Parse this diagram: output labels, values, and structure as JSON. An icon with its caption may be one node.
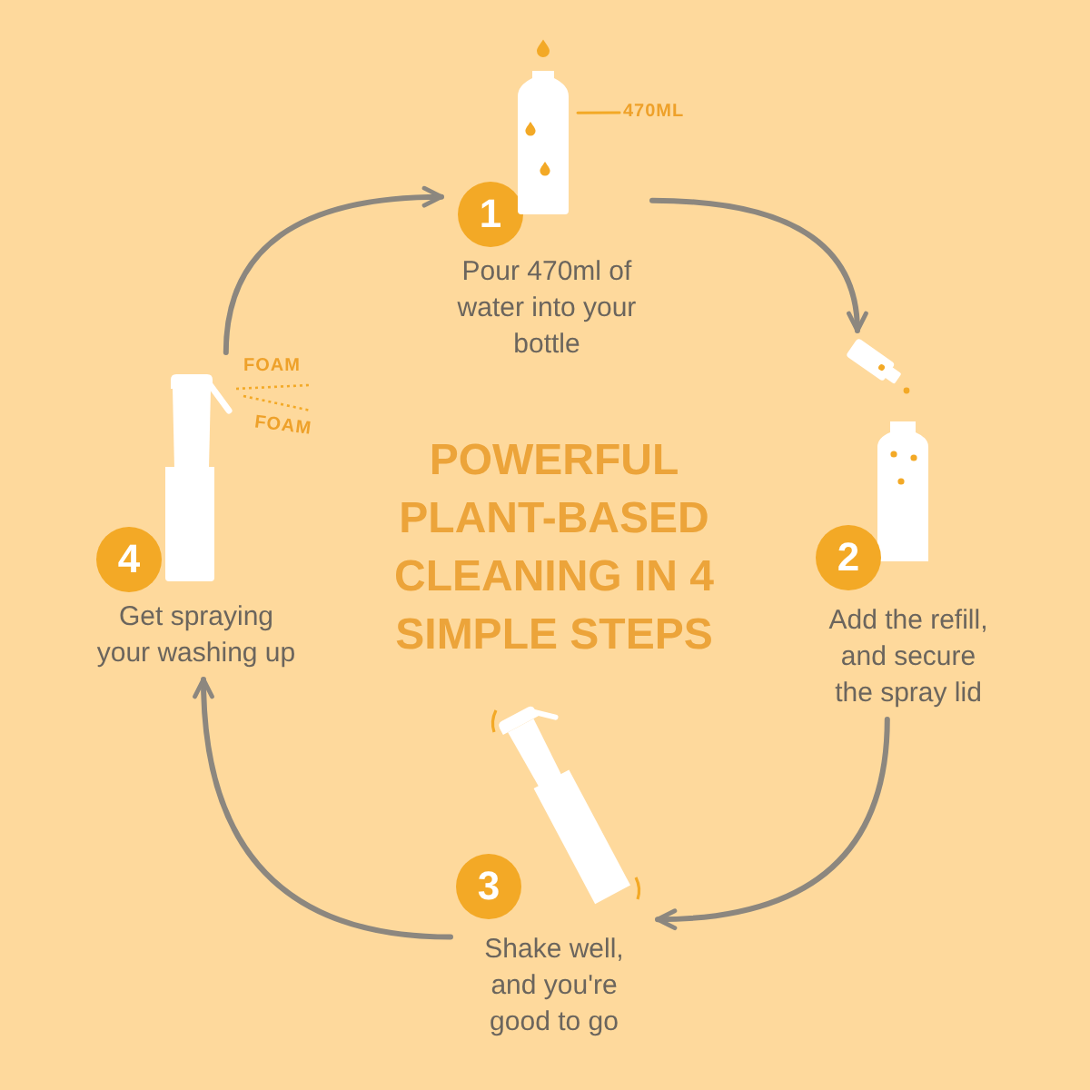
{
  "diagram": {
    "title": "POWERFUL PLANT-BASED CLEANING IN 4 SIMPLE STEPS",
    "nodes": [
      {
        "text": [
          "1",
          "Pour 470ml of water into your bottle"
        ]
      },
      {
        "text": [],
        "shape": "picture"
      },
      {
        "text": [
          "470ML"
        ]
      },
      {
        "text": [
          "2",
          "Add the refill, and secure the spray lid"
        ]
      },
      {
        "text": [
          "3",
          "Shake well, and you're good to go"
        ]
      },
      {
        "text": [
          "4",
          "Get spraying your washing up"
        ]
      }
    ],
    "edges": [
      {
        "from": 0,
        "to": 3,
        "arrow": "to"
      },
      {
        "from": 3,
        "to": 4,
        "arrow": "to"
      },
      {
        "from": 4,
        "to": 5,
        "arrow": "to"
      },
      {
        "from": 5,
        "to": 0,
        "arrow": "to"
      },
      {
        "from": 2,
        "to": 1,
        "arrow": "none",
        "color": "#f3a926"
      }
    ],
    "labels": [
      "FOAM",
      "FOAM"
    ]
  }
}
